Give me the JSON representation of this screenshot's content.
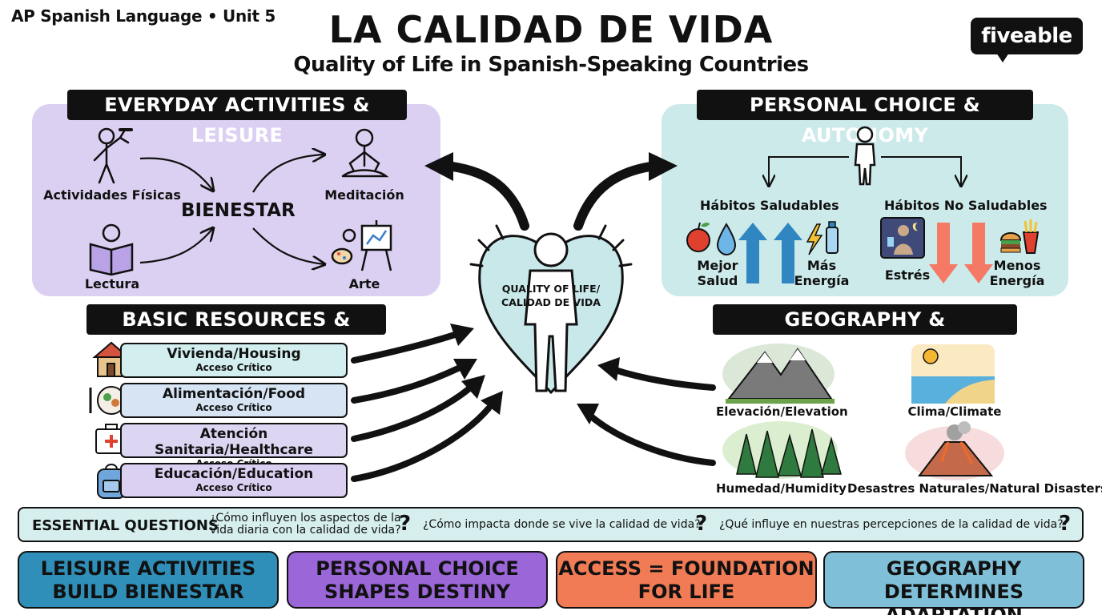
{
  "header": {
    "course": "AP Spanish Language • Unit 5",
    "title": "LA CALIDAD DE VIDA",
    "subtitle": "Quality of Life in Spanish-Speaking Countries",
    "logo": "fiveable"
  },
  "center": {
    "label_line1": "QUALITY OF LIFE/",
    "label_line2": "CALIDAD DE VIDA"
  },
  "everyday": {
    "title": "EVERYDAY ACTIVITIES & LEISURE",
    "center_word": "BIENESTAR",
    "activities": [
      "Actividades Físicas",
      "Lectura",
      "Meditación",
      "Arte"
    ]
  },
  "personal": {
    "title": "PERSONAL CHOICE & AUTONOMY",
    "healthy": {
      "title": "Hábitos Saludables",
      "left": [
        "Mejor",
        "Salud"
      ],
      "right": [
        "Más",
        "Energía"
      ]
    },
    "unhealthy": {
      "title": "Hábitos No Saludables",
      "left": "Estrés",
      "right": [
        "Menos",
        "Energía"
      ]
    }
  },
  "resources": {
    "title": "BASIC RESOURCES & ACCESS",
    "items": [
      {
        "title": "Vivienda/Housing",
        "sub": "Acceso Crítico",
        "color": "#d3eeee",
        "icon": "house-icon"
      },
      {
        "title": "Alimentación/Food",
        "sub": "Acceso Crítico",
        "color": "#d6e4f4",
        "icon": "food-plate-icon"
      },
      {
        "title": "Atención Sanitaria/Healthcare",
        "sub": "Acceso Crítico",
        "color": "#ddd6f3",
        "icon": "first-aid-icon"
      },
      {
        "title": "Educación/Education",
        "sub": "Acceso Crítico",
        "color": "#dcd0f2",
        "icon": "backpack-icon"
      }
    ]
  },
  "geography": {
    "title": "GEOGRAPHY & ENVIRONMENT",
    "items": [
      "Elevación/Elevation",
      "Clima/Climate",
      "Humedad/Humidity",
      "Desastres Naturales/Natural Disasters"
    ]
  },
  "questions": {
    "label": "ESSENTIAL QUESTIONS",
    "q1_line1": "¿Cómo influyen los aspectos de la",
    "q1_line2": "vida diaria con la calidad de vida?",
    "q2": "¿Cómo impacta donde se vive la calidad de vida?",
    "q3": "¿Qué influye en nuestras percepciones de la calidad de vida?",
    "mark": "?"
  },
  "takeaways": [
    {
      "line1": "LEISURE ACTIVITIES",
      "line2": "BUILD BIENESTAR",
      "color": "#2f8fb8"
    },
    {
      "line1": "PERSONAL CHOICE",
      "line2": "SHAPES DESTINY",
      "color": "#9a66d8"
    },
    {
      "line1": "ACCESS = FOUNDATION",
      "line2": "FOR LIFE",
      "color": "#f07b55"
    },
    {
      "line1": "GEOGRAPHY DETERMINES",
      "line2": "ADAPTATION",
      "color": "#7fc0d8"
    }
  ],
  "colors": {
    "up_arrow": "#2f86c0",
    "down_arrow": "#f47a66",
    "purple_panel": "#dcd0f2",
    "teal_panel": "#cdeaea"
  }
}
